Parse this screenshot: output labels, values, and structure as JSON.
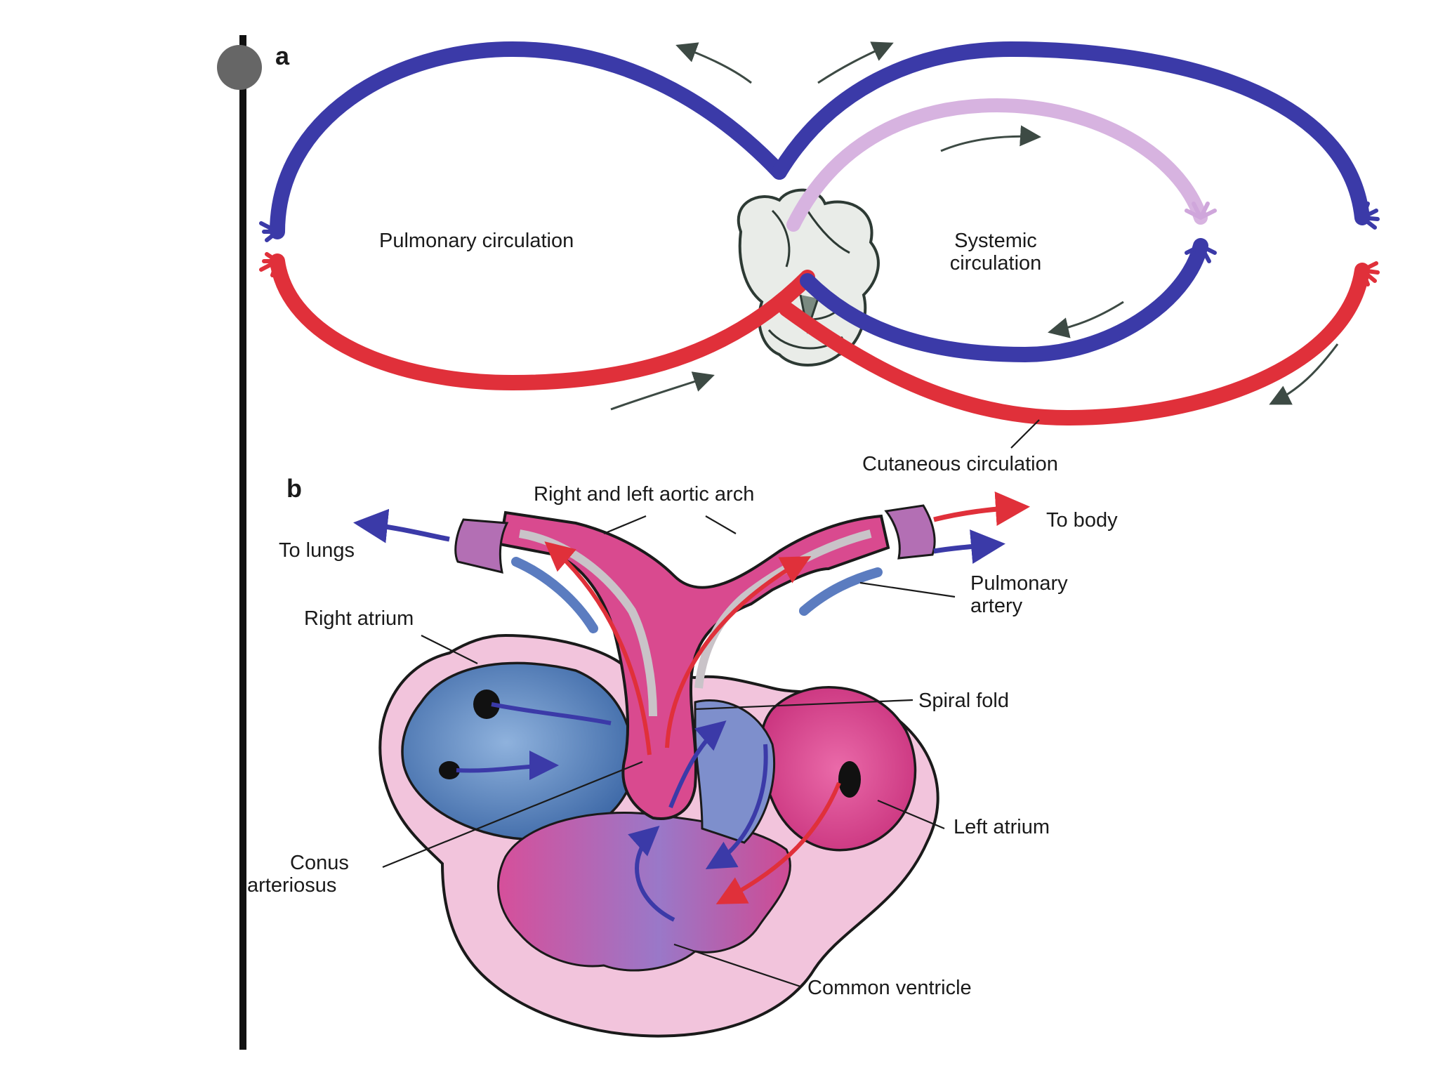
{
  "panel_a": {
    "letter": "a",
    "labels": {
      "pulmonary": "Pulmonary circulation",
      "systemic_line1": "Systemic",
      "systemic_line2": "circulation",
      "cutaneous": "Cutaneous circulation"
    }
  },
  "panel_b": {
    "letter": "b",
    "labels": {
      "aortic_arch": "Right and left aortic arch",
      "to_lungs": "To lungs",
      "to_body": "To body",
      "pulmonary_artery_line1": "Pulmonary",
      "pulmonary_artery_line2": "artery",
      "right_atrium": "Right atrium",
      "spiral_fold": "Spiral fold",
      "conus_line1": "Conus",
      "conus_line2": "arteriosus",
      "left_atrium": "Left atrium",
      "common_ventricle": "Common ventricle"
    }
  },
  "colors": {
    "deoxygenated": "#3b3aa8",
    "oxygenated": "#e0303a",
    "mixed_vessel": "#d7b3e0",
    "heart_pink": "#d94a8f",
    "heart_light": "#f2c4dc",
    "atrium_blue": "#5b88c0"
  }
}
